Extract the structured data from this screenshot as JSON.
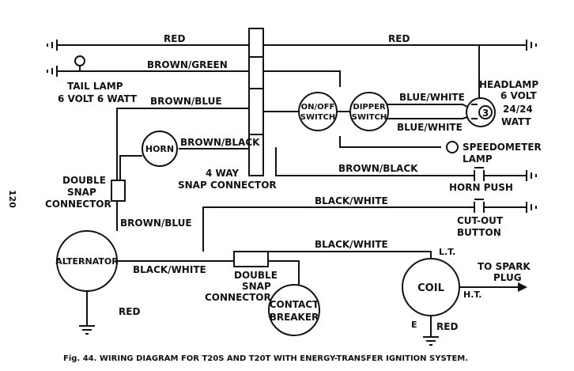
{
  "page_number": "120",
  "caption": "Fig. 44.   WIRING DIAGRAM FOR T20S AND T20T WITH ENERGY-TRANSFER IGNITION SYSTEM.",
  "wire_labels": {
    "red_left": "RED",
    "red_right": "RED",
    "brown_green": "BROWN/GREEN",
    "brown_blue_top": "BROWN/BLUE",
    "brown_black_horn": "BROWN/BLACK",
    "blue_white_1": "BLUE/WHITE",
    "blue_white_2": "BLUE/WHITE",
    "brown_black_push": "BROWN/BLACK",
    "black_white_cutout": "BLACK/WHITE",
    "black_white_coil": "BLACK/WHITE",
    "brown_blue_alt": "BROWN/BLUE",
    "black_white_alt": "BLACK/WHITE",
    "red_ground": "RED",
    "red_coil_ground": "RED"
  },
  "components": {
    "tail_lamp": [
      "TAIL LAMP",
      "6 VOLT  6 WATT"
    ],
    "horn": "HORN",
    "on_off_switch": [
      "ON/OFF",
      "SWITCH"
    ],
    "dipper_switch": [
      "DIPPER",
      "SWITCH"
    ],
    "headlamp": [
      "HEADLAMP",
      "6 VOLT",
      "24/24",
      "WATT"
    ],
    "headlamp_symbol": "3",
    "speedometer_lamp": [
      "SPEEDOMETER",
      "LAMP"
    ],
    "four_way": [
      "4 WAY",
      "SNAP CONNECTOR"
    ],
    "horn_push": "HORN PUSH",
    "double_snap_top": [
      "DOUBLE",
      "SNAP",
      "CONNECTOR"
    ],
    "cutout_button": [
      "CUT-OUT",
      "BUTTON"
    ],
    "alternator": "ALTERNATOR",
    "double_snap_bottom": [
      "DOUBLE",
      "SNAP",
      "CONNECTOR"
    ],
    "contact_breaker": [
      "CONTACT",
      "BREAKER"
    ],
    "coil": "COIL",
    "coil_lt": "L.T.",
    "coil_ht": "H.T.",
    "coil_e": "E",
    "to_spark_plug": [
      "TO SPARK",
      "PLUG"
    ]
  }
}
